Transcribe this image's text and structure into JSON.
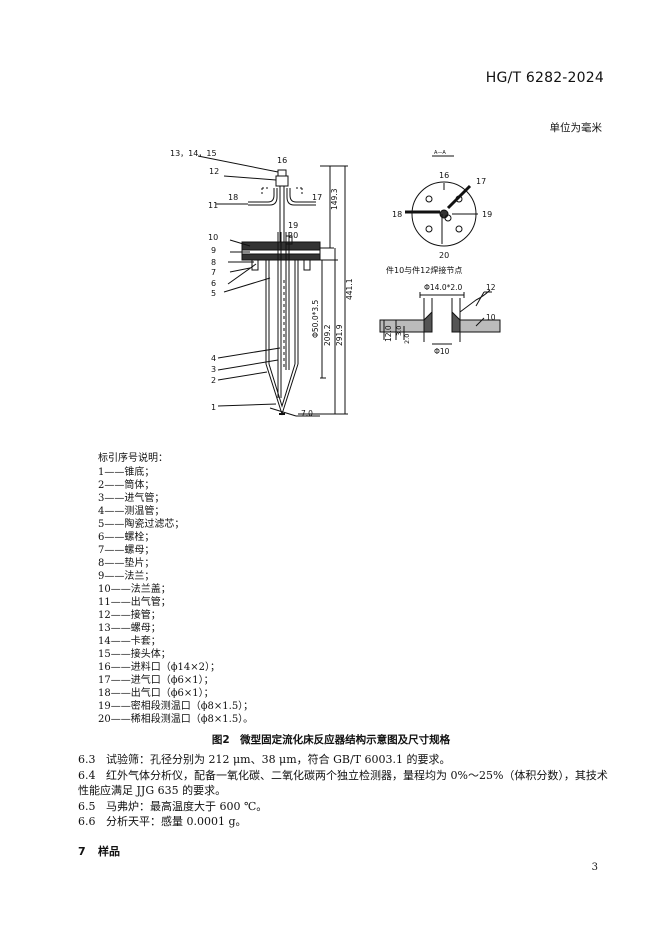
{
  "header": {
    "standard_code": "HG/T 6282-2024"
  },
  "unit_note": "单位为毫米",
  "figure": {
    "callouts_main": [
      "13，14，15",
      "16",
      "12",
      "18",
      "17",
      "11",
      "19",
      "20",
      "10",
      "9",
      "8",
      "7",
      "6",
      "5",
      "4",
      "3",
      "2",
      "1"
    ],
    "dims_main": [
      "149.3",
      "441.1",
      "Φ50.0*3.5",
      "209.2",
      "291.9",
      "7.0"
    ],
    "top_view_label": "A—A",
    "top_view_callouts": [
      "16",
      "17",
      "18",
      "19",
      "20"
    ],
    "detail_title": "件10与件12焊接节点",
    "detail_dims": [
      "Φ14.0*2.0",
      "12.0",
      "3.0",
      "2.0",
      "Φ10"
    ],
    "detail_callouts": [
      "12",
      "10"
    ]
  },
  "legend": {
    "title": "标引序号说明：",
    "items": [
      "1——锥底；",
      "2——筒体；",
      "3——进气管；",
      "4——测温管；",
      "5——陶瓷过滤芯；",
      "6——螺栓；",
      "7——螺母；",
      "8——垫片；",
      "9——法兰；",
      "10——法兰盖；",
      "11——出气管；",
      "12——接管；",
      "13——螺母；",
      "14——卡套；",
      "15——接头体；",
      "16——进料口（ϕ14×2）；",
      "17——进气口（ϕ6×1）；",
      "18——出气口（ϕ6×1）；",
      "19——密相段测温口（ϕ8×1.5）；",
      "20——稀相段测温口（ϕ8×1.5）。"
    ]
  },
  "caption": "图2　微型固定流化床反应器结构示意图及尺寸规格",
  "paragraphs": [
    {
      "num": "6.3",
      "text": "试验筛：孔径分别为 212 μm、38 μm，符合 GB/T 6003.1 的要求。"
    },
    {
      "num": "6.4",
      "text": "红外气体分析仪，配备一氧化碳、二氧化碳两个独立检测器，量程均为 0%～25%（体积分数），其技术性能应满足 JJG 635 的要求。"
    },
    {
      "num": "6.5",
      "text": "马弗炉：最高温度大于 600 ℃。"
    },
    {
      "num": "6.6",
      "text": "分析天平：感量 0.0001 g。"
    }
  ],
  "section": {
    "num": "7",
    "title": "样品"
  },
  "page_number": "3"
}
